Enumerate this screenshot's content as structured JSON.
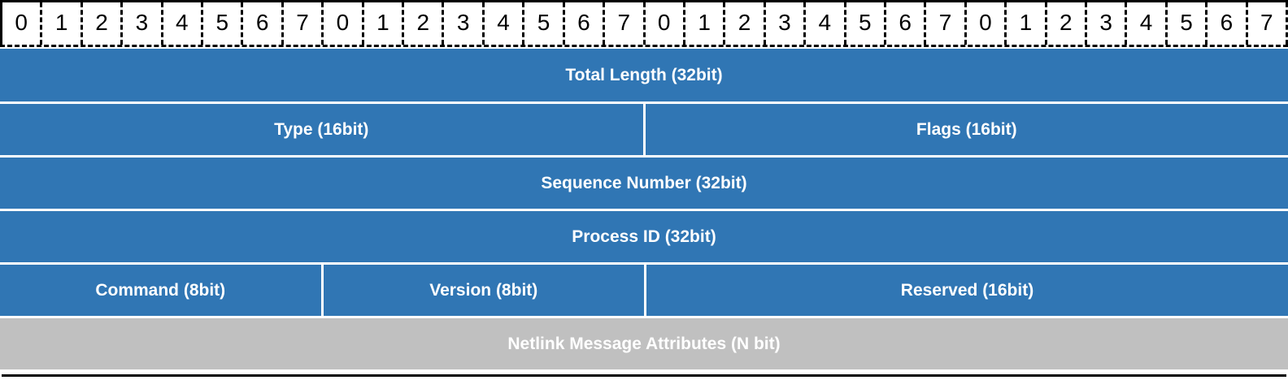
{
  "colors": {
    "field_blue": "#3076B4",
    "attributes_gray": "#C0C0C0",
    "border_black": "#000000",
    "label_white": "#FFFFFF"
  },
  "bit_header": {
    "cells": [
      "0",
      "1",
      "2",
      "3",
      "4",
      "5",
      "6",
      "7",
      "0",
      "1",
      "2",
      "3",
      "4",
      "5",
      "6",
      "7",
      "0",
      "1",
      "2",
      "3",
      "4",
      "5",
      "6",
      "7",
      "0",
      "1",
      "2",
      "3",
      "4",
      "5",
      "6",
      "7"
    ]
  },
  "rows": [
    {
      "name": "total-length-row",
      "cells": [
        {
          "label": "Total Length (32bit)",
          "bits": 32,
          "style": "blue",
          "name": "field-total-length"
        }
      ]
    },
    {
      "name": "type-flags-row",
      "cells": [
        {
          "label": "Type (16bit)",
          "bits": 16,
          "style": "blue",
          "name": "field-type"
        },
        {
          "label": "Flags (16bit)",
          "bits": 16,
          "style": "blue",
          "name": "field-flags"
        }
      ]
    },
    {
      "name": "sequence-number-row",
      "cells": [
        {
          "label": "Sequence Number (32bit)",
          "bits": 32,
          "style": "blue",
          "name": "field-sequence-number"
        }
      ]
    },
    {
      "name": "process-id-row",
      "cells": [
        {
          "label": "Process ID (32bit)",
          "bits": 32,
          "style": "blue",
          "name": "field-process-id"
        }
      ]
    },
    {
      "name": "command-version-reserved-row",
      "cells": [
        {
          "label": "Command (8bit)",
          "bits": 8,
          "style": "blue",
          "name": "field-command"
        },
        {
          "label": "Version (8bit)",
          "bits": 8,
          "style": "blue",
          "name": "field-version"
        },
        {
          "label": "Reserved (16bit)",
          "bits": 16,
          "style": "blue",
          "name": "field-reserved"
        }
      ]
    },
    {
      "name": "attributes-row",
      "cells": [
        {
          "label": "Netlink Message Attributes (N bit)",
          "bits": 32,
          "style": "gray",
          "name": "field-netlink-message-attributes"
        }
      ]
    }
  ]
}
